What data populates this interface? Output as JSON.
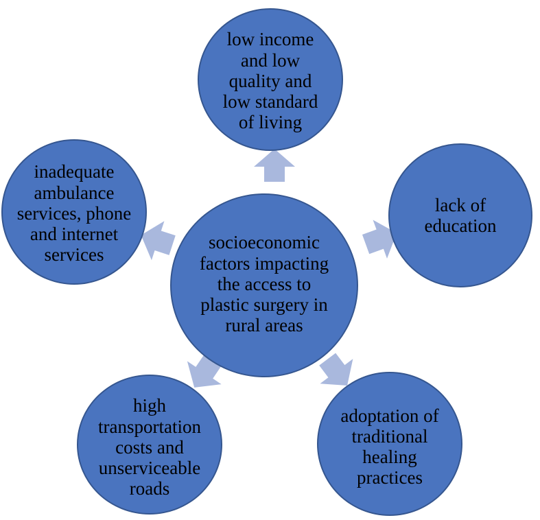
{
  "diagram": {
    "nodes": {
      "center": "socioeconomic factors impacting the access to plastic surgery in rural areas",
      "top": "low income and low quality and low standard of living",
      "right": "lack of education",
      "left": "inadequate ambulance services, phone and internet services",
      "bottom_left": "high transportation costs and unserviceable roads",
      "bottom_right": "adoptation of traditional healing practices"
    },
    "colors": {
      "node_fill": "#4a74bf",
      "node_border": "#35568f",
      "arrow_fill": "#a9b8dd",
      "text": "#000000"
    }
  }
}
